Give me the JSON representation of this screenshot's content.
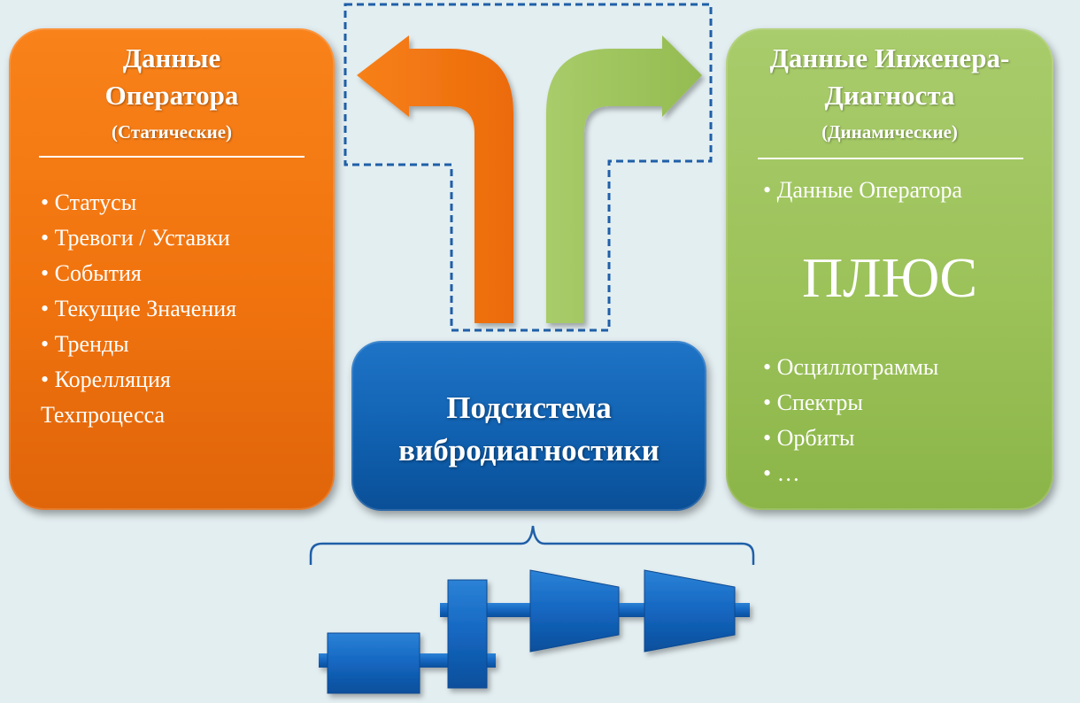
{
  "operator_box": {
    "title_line1": "Данные",
    "title_line2": "Оператора",
    "subtitle": "(Статические)",
    "items": [
      "• Статусы",
      "• Тревоги / Уставки",
      "• События",
      "• Текущие Значения",
      "• Тренды",
      "• Корелляция",
      "Техпроцесса"
    ]
  },
  "engineer_box": {
    "title_line1": "Данные Инженера-",
    "title_line2": "Диагноста",
    "subtitle": "(Динамические)",
    "items_top": [
      "• Данные Оператора"
    ],
    "plus_label": "ПЛЮС",
    "items_bottom": [
      "• Осциллограммы",
      "• Спектры",
      "• Орбиты",
      "• …"
    ]
  },
  "subsystem_box": {
    "line1": "Подсистема",
    "line2": "вибродиагностики"
  },
  "colors": {
    "background": "#e3eef1",
    "orange": "#f37a14",
    "green": "#a0c65f",
    "blue": "#0f5fae",
    "dashed_outline": "#1f5fa8",
    "machine": "#1466c0"
  },
  "icons": [
    "orange-arrow-icon",
    "green-arrow-icon",
    "brace-icon",
    "machine-train-icon"
  ]
}
